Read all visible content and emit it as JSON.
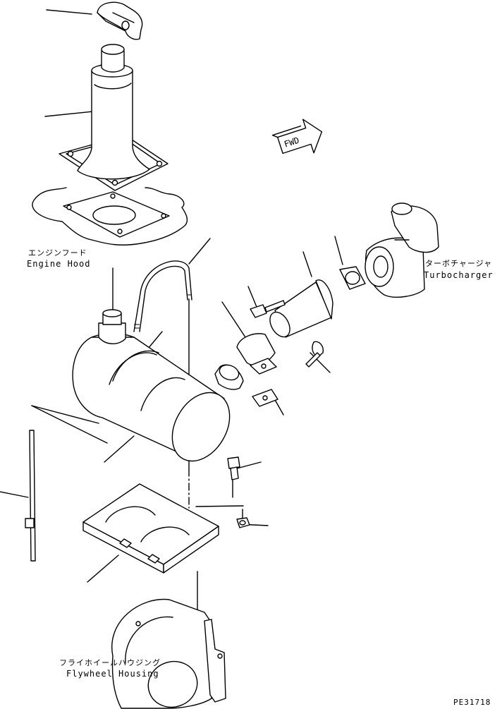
{
  "labels": {
    "engine_hood_jp": "エンジンフード",
    "engine_hood_en": "Engine Hood",
    "turbo_jp": "ターボチャージャ",
    "turbo_en": "Turbocharger",
    "flywheel_jp": "フライホイールハウジング",
    "flywheel_en": "Flywheel Housing",
    "fwd": "FWD",
    "drawing_no": "PE31718"
  }
}
